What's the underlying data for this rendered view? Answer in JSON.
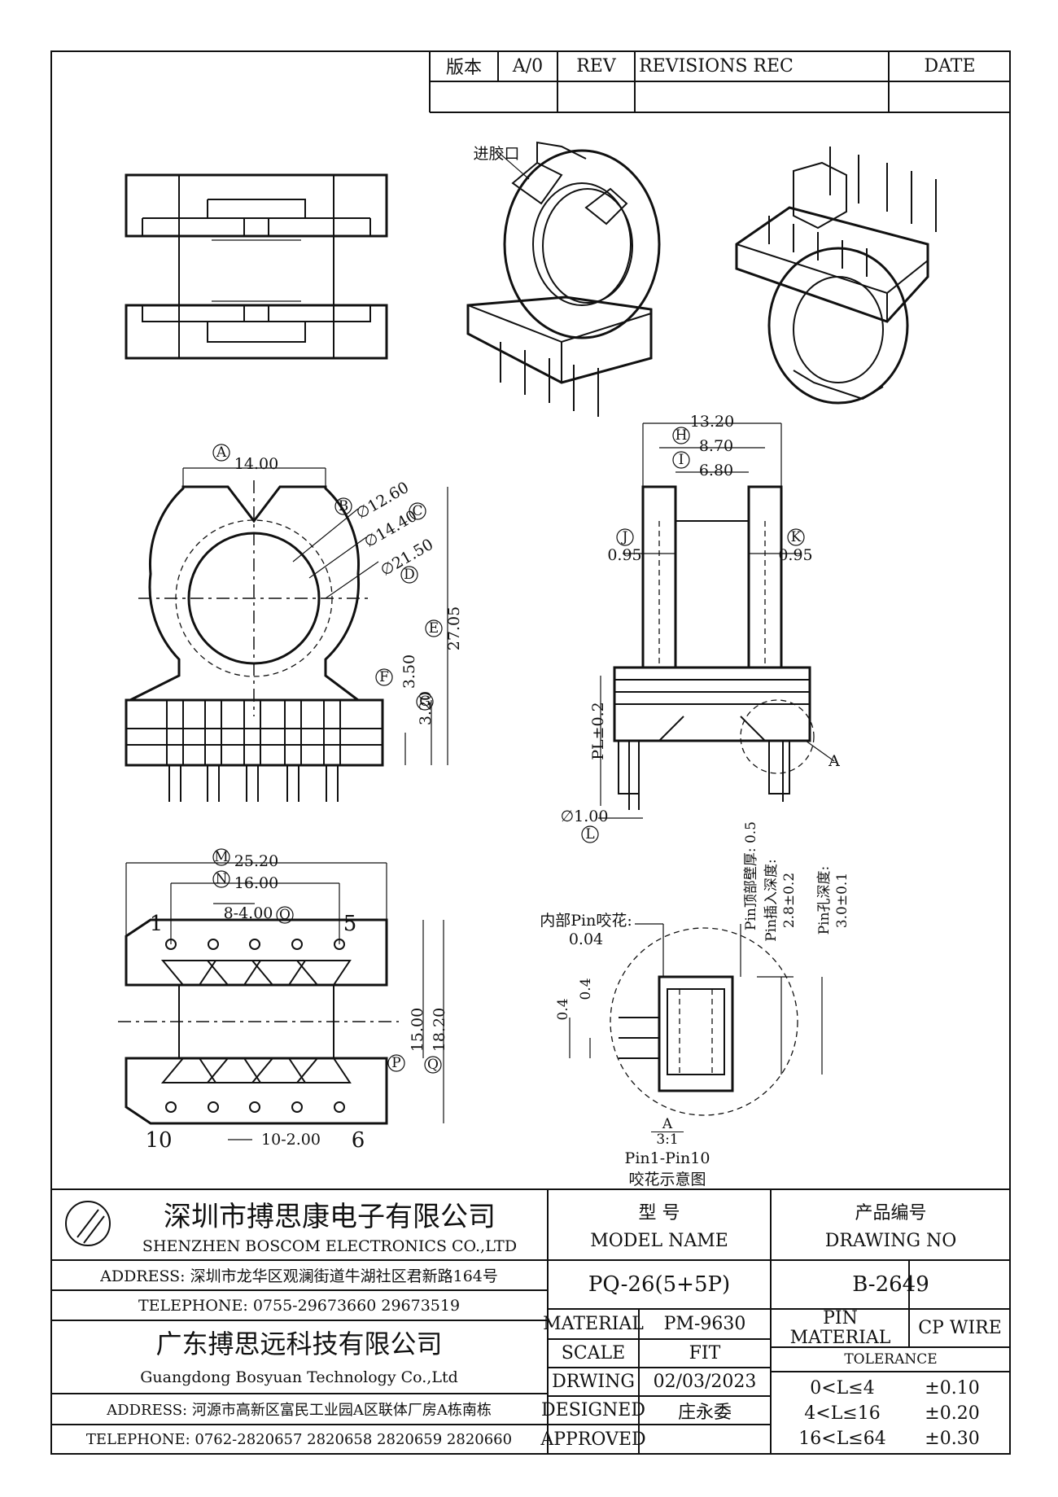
{
  "revision_table": {
    "version_label": "版本",
    "version_value": "A/0",
    "rev_label": "REV",
    "revisions_label": "REVISIONS REC",
    "date_label": "DATE"
  },
  "callouts": {
    "gate": "进胶口",
    "detail_a": "A",
    "detail_scale": "3:1",
    "pin_range": "Pin1-Pin10",
    "crimp_caption": "咬花示意图",
    "inner_pin_crimp": "内部Pin咬花:",
    "inner_pin_crimp_value": "0.04",
    "pin_top_wall": "Pin顶部壁厚: 0.5",
    "pin_insert_depth": "Pin插入深度:",
    "pin_insert_depth_value": "2.8±0.2",
    "pin_hole_depth": "Pin孔深度:",
    "pin_hole_depth_value": "3.0±0.1",
    "detail_dim_1": "0.4",
    "detail_dim_2": "0.4"
  },
  "dimensions": {
    "front_width": "14.00",
    "bore_d1": "∅12.60",
    "bore_d2": "∅14.40",
    "outer_d": "∅21.50",
    "height_total": "27.05",
    "f_val": "3.50",
    "g_val": "3.20",
    "side_w": "13.20",
    "side_h": "8.70",
    "side_i": "6.80",
    "wall_j": "0.95",
    "wall_k": "0.95",
    "pl": "PL±0.2",
    "pin_d": "∅1.00",
    "bottom_w": "25.20",
    "pin_span": "16.00",
    "pin_pitch_top": "8-4.00",
    "pin_pitch_bottom": "10-2.00",
    "inner_h": "15.00",
    "outer_h": "18.20",
    "pin1": "1",
    "pin5": "5",
    "pin6": "6",
    "pin10": "10"
  },
  "balloons": [
    "A",
    "B",
    "C",
    "D",
    "E",
    "F",
    "G",
    "H",
    "I",
    "J",
    "K",
    "L",
    "M",
    "N",
    "O",
    "P",
    "Q"
  ],
  "title_block": {
    "company1_cn": "深圳市搏思康电子有限公司",
    "company1_en": "SHENZHEN BOSCOM ELECTRONICS CO.,LTD",
    "address1": "ADDRESS: 深圳市龙华区观澜街道牛湖社区君新路164号",
    "telephone1": "TELEPHONE: 0755-29673660 29673519",
    "company2_cn": "广东搏思远科技有限公司",
    "company2_en": "Guangdong Bosyuan Technology Co.,Ltd",
    "address2": "ADDRESS: 河源市高新区富民工业园A区联体厂房A栋南栋",
    "telephone2": "TELEPHONE: 0762-2820657 2820658 2820659 2820660",
    "model_cn": "型  号",
    "model_en": "MODEL NAME",
    "model_value": "PQ-26(5+5P)",
    "drawing_cn": "产品编号",
    "drawing_en": "DRAWING NO",
    "drawing_value": "B-2649",
    "material_label": "MATERIAL",
    "material_value": "PM-9630",
    "pin_material_label": "PIN MATERIAL",
    "pin_material_value": "CP WIRE",
    "scale_label": "SCALE",
    "scale_value": "FIT",
    "drwing_label": "DRWING",
    "drwing_value": "02/03/2023",
    "designed_label": "DESIGNED",
    "designed_value": "庄永委",
    "approved_label": "APPROVED",
    "approved_value": "",
    "tolerance_label": "TOLERANCE",
    "tolerances": [
      {
        "range": "0<L≤4",
        "value": "±0.10"
      },
      {
        "range": "4<L≤16",
        "value": "±0.20"
      },
      {
        "range": "16<L≤64",
        "value": "±0.30"
      }
    ]
  }
}
